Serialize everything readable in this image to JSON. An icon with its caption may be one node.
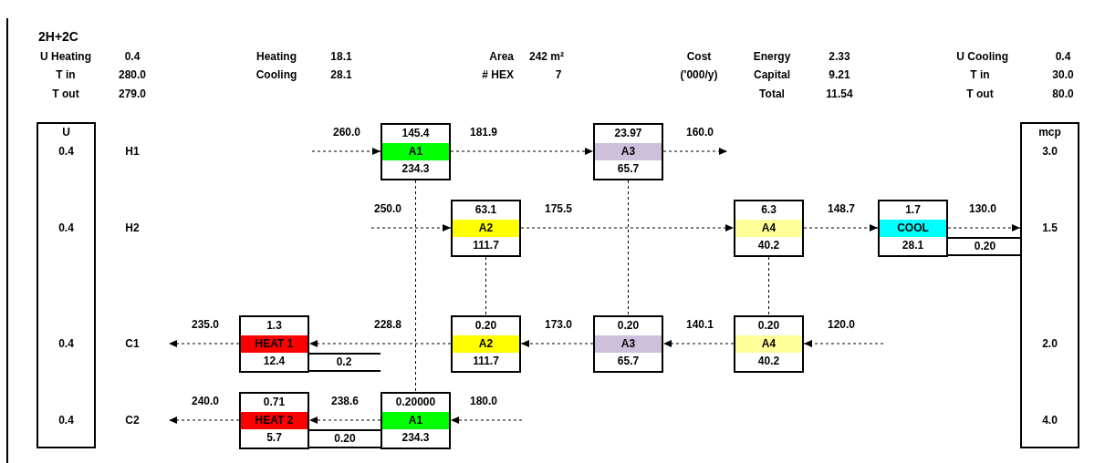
{
  "diagram": {
    "nodes": [
      {
        "text": [
          "U",
          "0.4",
          "0.4",
          "0.4",
          "0.4"
        ]
      },
      {
        "text": [
          "145.4",
          "A1",
          "234.3"
        ]
      },
      {
        "text": [
          "23.97",
          "A3",
          "65.7"
        ]
      },
      {
        "text": [
          "mcp",
          "3.0",
          "1.5",
          "2.0",
          "4.0"
        ]
      },
      {
        "text": [
          "63.1",
          "A2",
          "111.7"
        ]
      },
      {
        "text": [
          "6.3",
          "A4",
          "40.2"
        ]
      },
      {
        "text": [
          "1.7",
          "COOL",
          "28.1"
        ]
      },
      {
        "text": [
          "0.20"
        ]
      },
      {
        "text": [
          "1.3",
          "HEAT 1",
          "12.4"
        ]
      },
      {
        "text": [
          "0.2"
        ]
      },
      {
        "text": [
          "0.20",
          "A2",
          "111.7"
        ]
      },
      {
        "text": [
          "0.20",
          "A3",
          "65.7"
        ]
      },
      {
        "text": [
          "0.20",
          "A4",
          "40.2"
        ]
      },
      {
        "text": [
          "0.71",
          "HEAT 2",
          "5.7"
        ]
      },
      {
        "text": [
          "0.20"
        ]
      },
      {
        "text": [
          "0.20000",
          "A1",
          "234.3"
        ]
      }
    ],
    "edges": [
      {
        "from": null,
        "to": 1,
        "arrow": "to",
        "label": "260.0",
        "style": "dashed"
      },
      {
        "from": 1,
        "to": 2,
        "arrow": "to",
        "label": "181.9",
        "style": "dashed"
      },
      {
        "from": 2,
        "to": null,
        "arrow": "to",
        "label": "160.0",
        "style": "dashed"
      },
      {
        "from": null,
        "to": 4,
        "arrow": "to",
        "label": "250.0",
        "style": "dashed"
      },
      {
        "from": 4,
        "to": 5,
        "arrow": "to",
        "label": "175.5",
        "style": "dashed"
      },
      {
        "from": 5,
        "to": 6,
        "arrow": "to",
        "label": "148.7",
        "style": "dashed"
      },
      {
        "from": 6,
        "to": 3,
        "arrow": "to",
        "label": "130.0",
        "style": "dashed"
      },
      {
        "from": null,
        "to": 12,
        "arrow": "to",
        "label": "120.0",
        "style": "dashed"
      },
      {
        "from": 12,
        "to": 11,
        "arrow": "to",
        "label": "140.1",
        "style": "dashed"
      },
      {
        "from": 11,
        "to": 10,
        "arrow": "to",
        "label": "173.0",
        "style": "dashed"
      },
      {
        "from": 10,
        "to": 8,
        "arrow": "to",
        "label": "228.8",
        "style": "dashed"
      },
      {
        "from": 8,
        "to": null,
        "arrow": "to",
        "label": "235.0",
        "style": "dashed"
      },
      {
        "from": null,
        "to": 15,
        "arrow": "to",
        "label": "180.0",
        "style": "dashed"
      },
      {
        "from": 15,
        "to": 13,
        "arrow": "to",
        "label": "238.6",
        "style": "dashed"
      },
      {
        "from": 13,
        "to": null,
        "arrow": "to",
        "label": "240.0",
        "style": "dashed"
      },
      {
        "from": 1,
        "to": 15,
        "arrow": "none",
        "style": "dashed"
      },
      {
        "from": 4,
        "to": 10,
        "arrow": "none",
        "style": "dashed"
      },
      {
        "from": 2,
        "to": 11,
        "arrow": "none",
        "style": "dashed"
      },
      {
        "from": 5,
        "to": 12,
        "arrow": "none",
        "style": "dashed"
      }
    ],
    "labels": [
      "2H+2C",
      "U Heating",
      "0.4",
      "Heating",
      "18.1",
      "Area",
      "242 m²",
      "Cost",
      "Energy",
      "2.33",
      "U Cooling",
      "0.4",
      "T in",
      "280.0",
      "Cooling",
      "28.1",
      "# HEX",
      "7",
      "('000/y)",
      "Capital",
      "9.21",
      "T in",
      "30.0",
      "T out",
      "279.0",
      "Total",
      "11.54",
      "T out",
      "80.0",
      "H1",
      "H2",
      "C1",
      "C2"
    ]
  }
}
